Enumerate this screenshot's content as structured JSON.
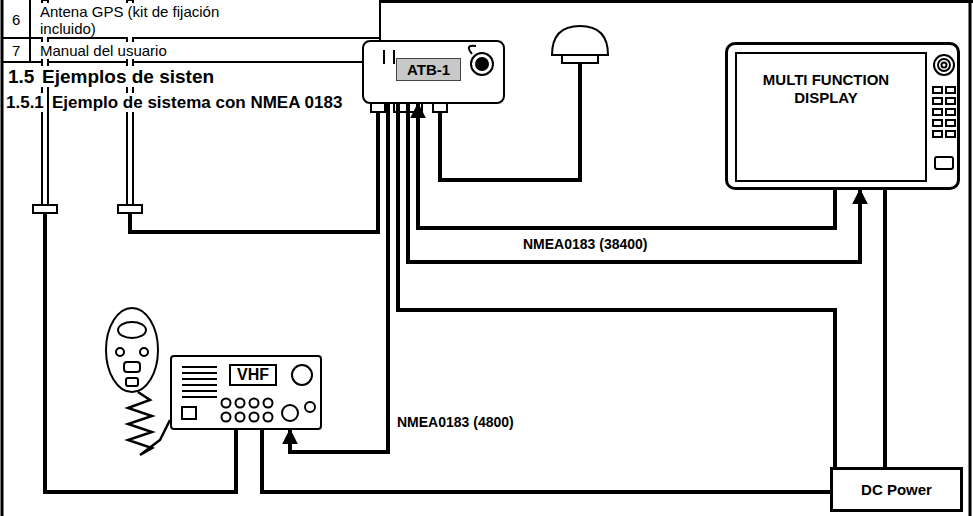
{
  "diagram": {
    "nodes": [
      {
        "text": [
          "ATB-1"
        ]
      },
      {
        "text": [
          "MULTI FUNCTION DISPLAY"
        ]
      },
      {
        "text": [
          "VHF"
        ]
      },
      {
        "text": [
          "DC Power"
        ]
      }
    ],
    "edges": [
      {
        "from": 1,
        "to": 0,
        "arrow": "to",
        "label": "NMEA0183 (38400)"
      },
      {
        "from": 0,
        "to": 1,
        "arrow": "to"
      },
      {
        "from": 0,
        "to": 2,
        "arrow": "to",
        "label": "NMEA0183 (4800)"
      },
      {
        "from": 3,
        "to": 0,
        "arrow": "none"
      },
      {
        "from": 3,
        "to": 1,
        "arrow": "none"
      },
      {
        "from": 3,
        "to": 2,
        "arrow": "none"
      }
    ],
    "labels": [
      "6",
      "Antena GPS (kit de fijación incluido)",
      "7",
      "Manual del usuario",
      "1.5",
      "Ejemplos de sisten",
      "1.5.1",
      "Ejemplo de sistema con NMEA 0183"
    ]
  }
}
